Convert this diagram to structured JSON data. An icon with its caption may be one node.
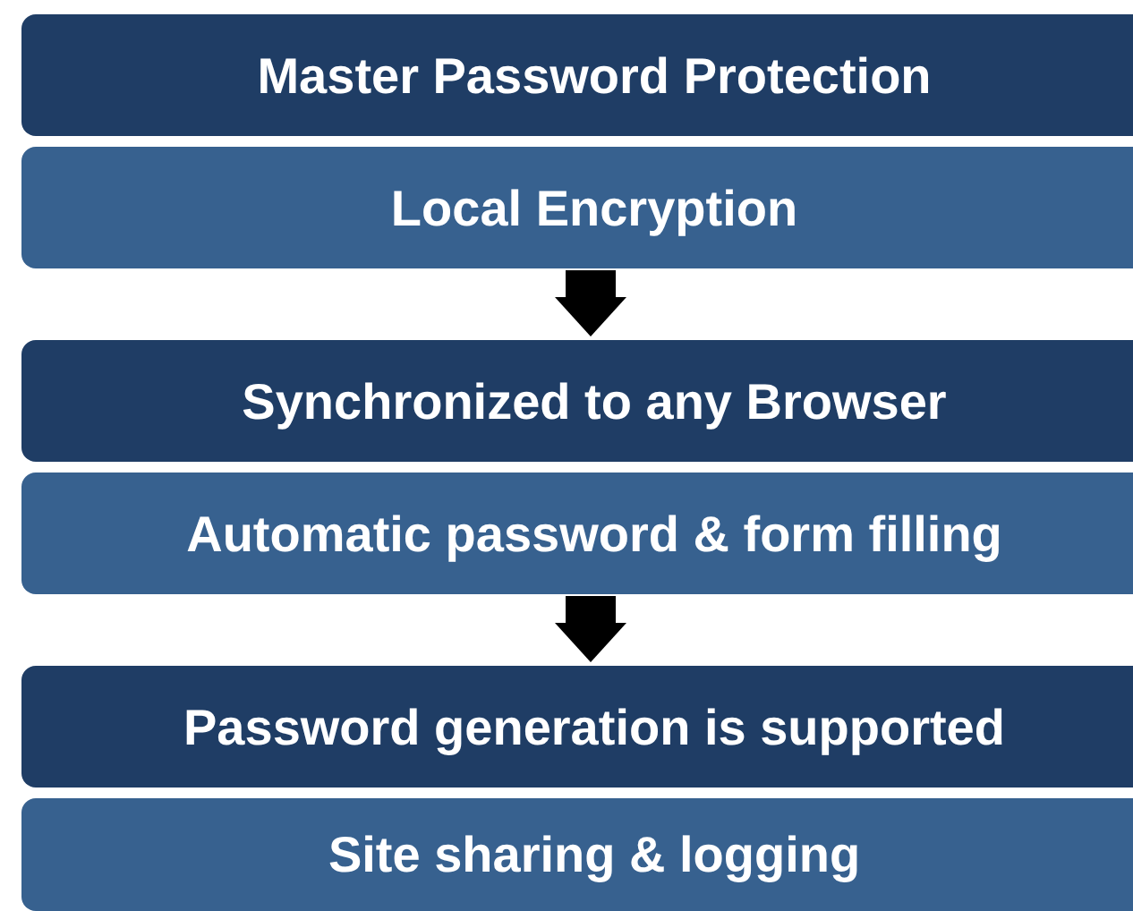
{
  "diagram": {
    "nodes": [
      {
        "text": [
          "Master Password Protection"
        ]
      },
      {
        "text": [
          "Local Encryption"
        ]
      },
      {
        "text": [
          "Synchronized to any Browser"
        ]
      },
      {
        "text": [
          "Automatic password & form filling"
        ]
      },
      {
        "text": [
          "Password generation is supported"
        ]
      },
      {
        "text": [
          "Site sharing & logging"
        ]
      }
    ],
    "edges": [
      {
        "from": 1,
        "to": 2,
        "arrow": "to"
      },
      {
        "from": 3,
        "to": 4,
        "arrow": "to"
      }
    ]
  }
}
